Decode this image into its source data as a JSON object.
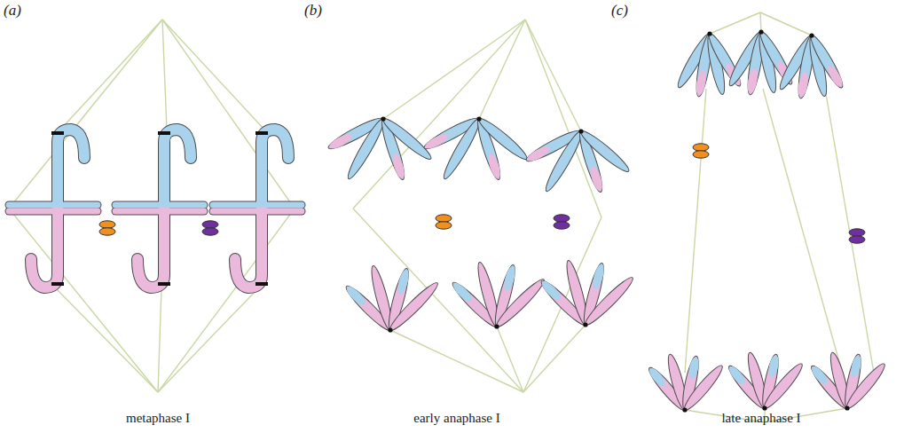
{
  "diagram": {
    "labels": [
      "(a)",
      "(b)",
      "(c)",
      "metaphase I",
      "early anaphase I",
      "late anaphase I"
    ]
  }
}
